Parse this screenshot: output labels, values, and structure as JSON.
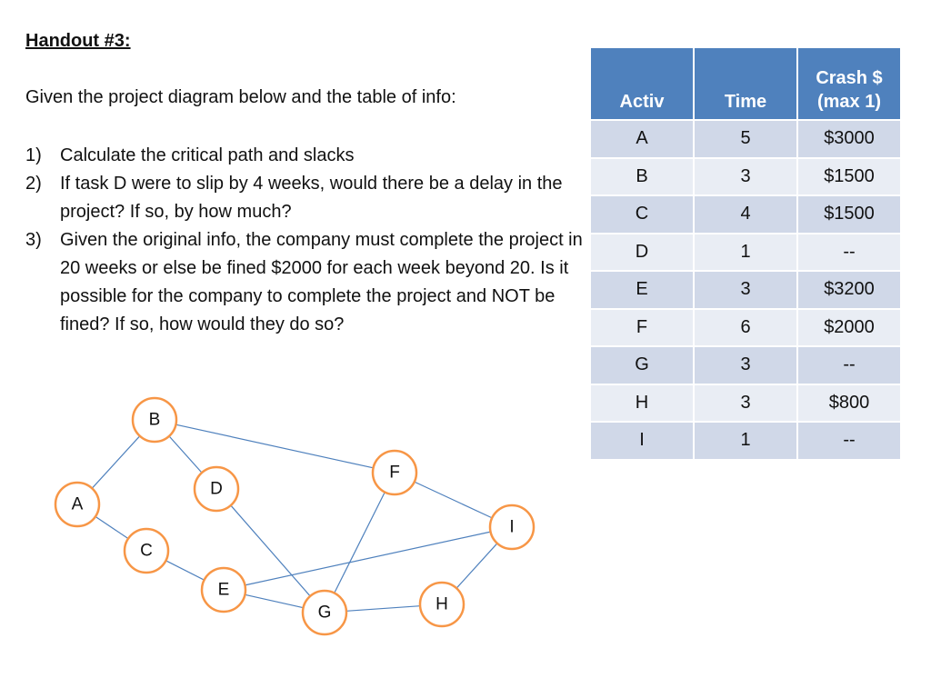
{
  "handout": {
    "title": "Handout #3:",
    "intro": "Given the project diagram below and the table of info:",
    "questions": [
      {
        "num": "1)",
        "text": "Calculate the critical path and slacks"
      },
      {
        "num": "2)",
        "text": "If task D were to slip by 4 weeks, would there be a delay in the project?  If so, by how much?"
      },
      {
        "num": "3)",
        "text": "Given the original info, the company must complete the project in 20 weeks or else be fined $2000 for each week beyond  20.  Is it possible for the company to complete the project and NOT be fined?  If so, how would they do so?"
      }
    ]
  },
  "table": {
    "headers": {
      "activ": "Activ",
      "time": "Time",
      "crash_line1": "Crash $",
      "crash_line2": "(max 1)"
    },
    "header_color": "#4f81bd",
    "row_colors": [
      "#d0d8e8",
      "#e9edf4"
    ],
    "rows": [
      {
        "activ": "A",
        "time": "5",
        "crash": "$3000"
      },
      {
        "activ": "B",
        "time": "3",
        "crash": "$1500"
      },
      {
        "activ": "C",
        "time": "4",
        "crash": "$1500"
      },
      {
        "activ": "D",
        "time": "1",
        "crash": "--"
      },
      {
        "activ": "E",
        "time": "3",
        "crash": "$3200"
      },
      {
        "activ": "F",
        "time": "6",
        "crash": "$2000"
      },
      {
        "activ": "G",
        "time": "3",
        "crash": "--"
      },
      {
        "activ": "H",
        "time": "3",
        "crash": "$800"
      },
      {
        "activ": "I",
        "time": "1",
        "crash": "--"
      }
    ]
  },
  "diagram": {
    "node_stroke_color": "#f79646",
    "edge_color": "#4f81bd",
    "nodes": {
      "A": "A",
      "B": "B",
      "C": "C",
      "D": "D",
      "E": "E",
      "F": "F",
      "G": "G",
      "H": "H",
      "I": "I"
    },
    "edges": [
      [
        "A",
        "B"
      ],
      [
        "A",
        "C"
      ],
      [
        "B",
        "D"
      ],
      [
        "B",
        "F"
      ],
      [
        "C",
        "E"
      ],
      [
        "D",
        "G"
      ],
      [
        "E",
        "G"
      ],
      [
        "E",
        "I"
      ],
      [
        "F",
        "G"
      ],
      [
        "F",
        "I"
      ],
      [
        "G",
        "H"
      ],
      [
        "H",
        "I"
      ]
    ]
  }
}
